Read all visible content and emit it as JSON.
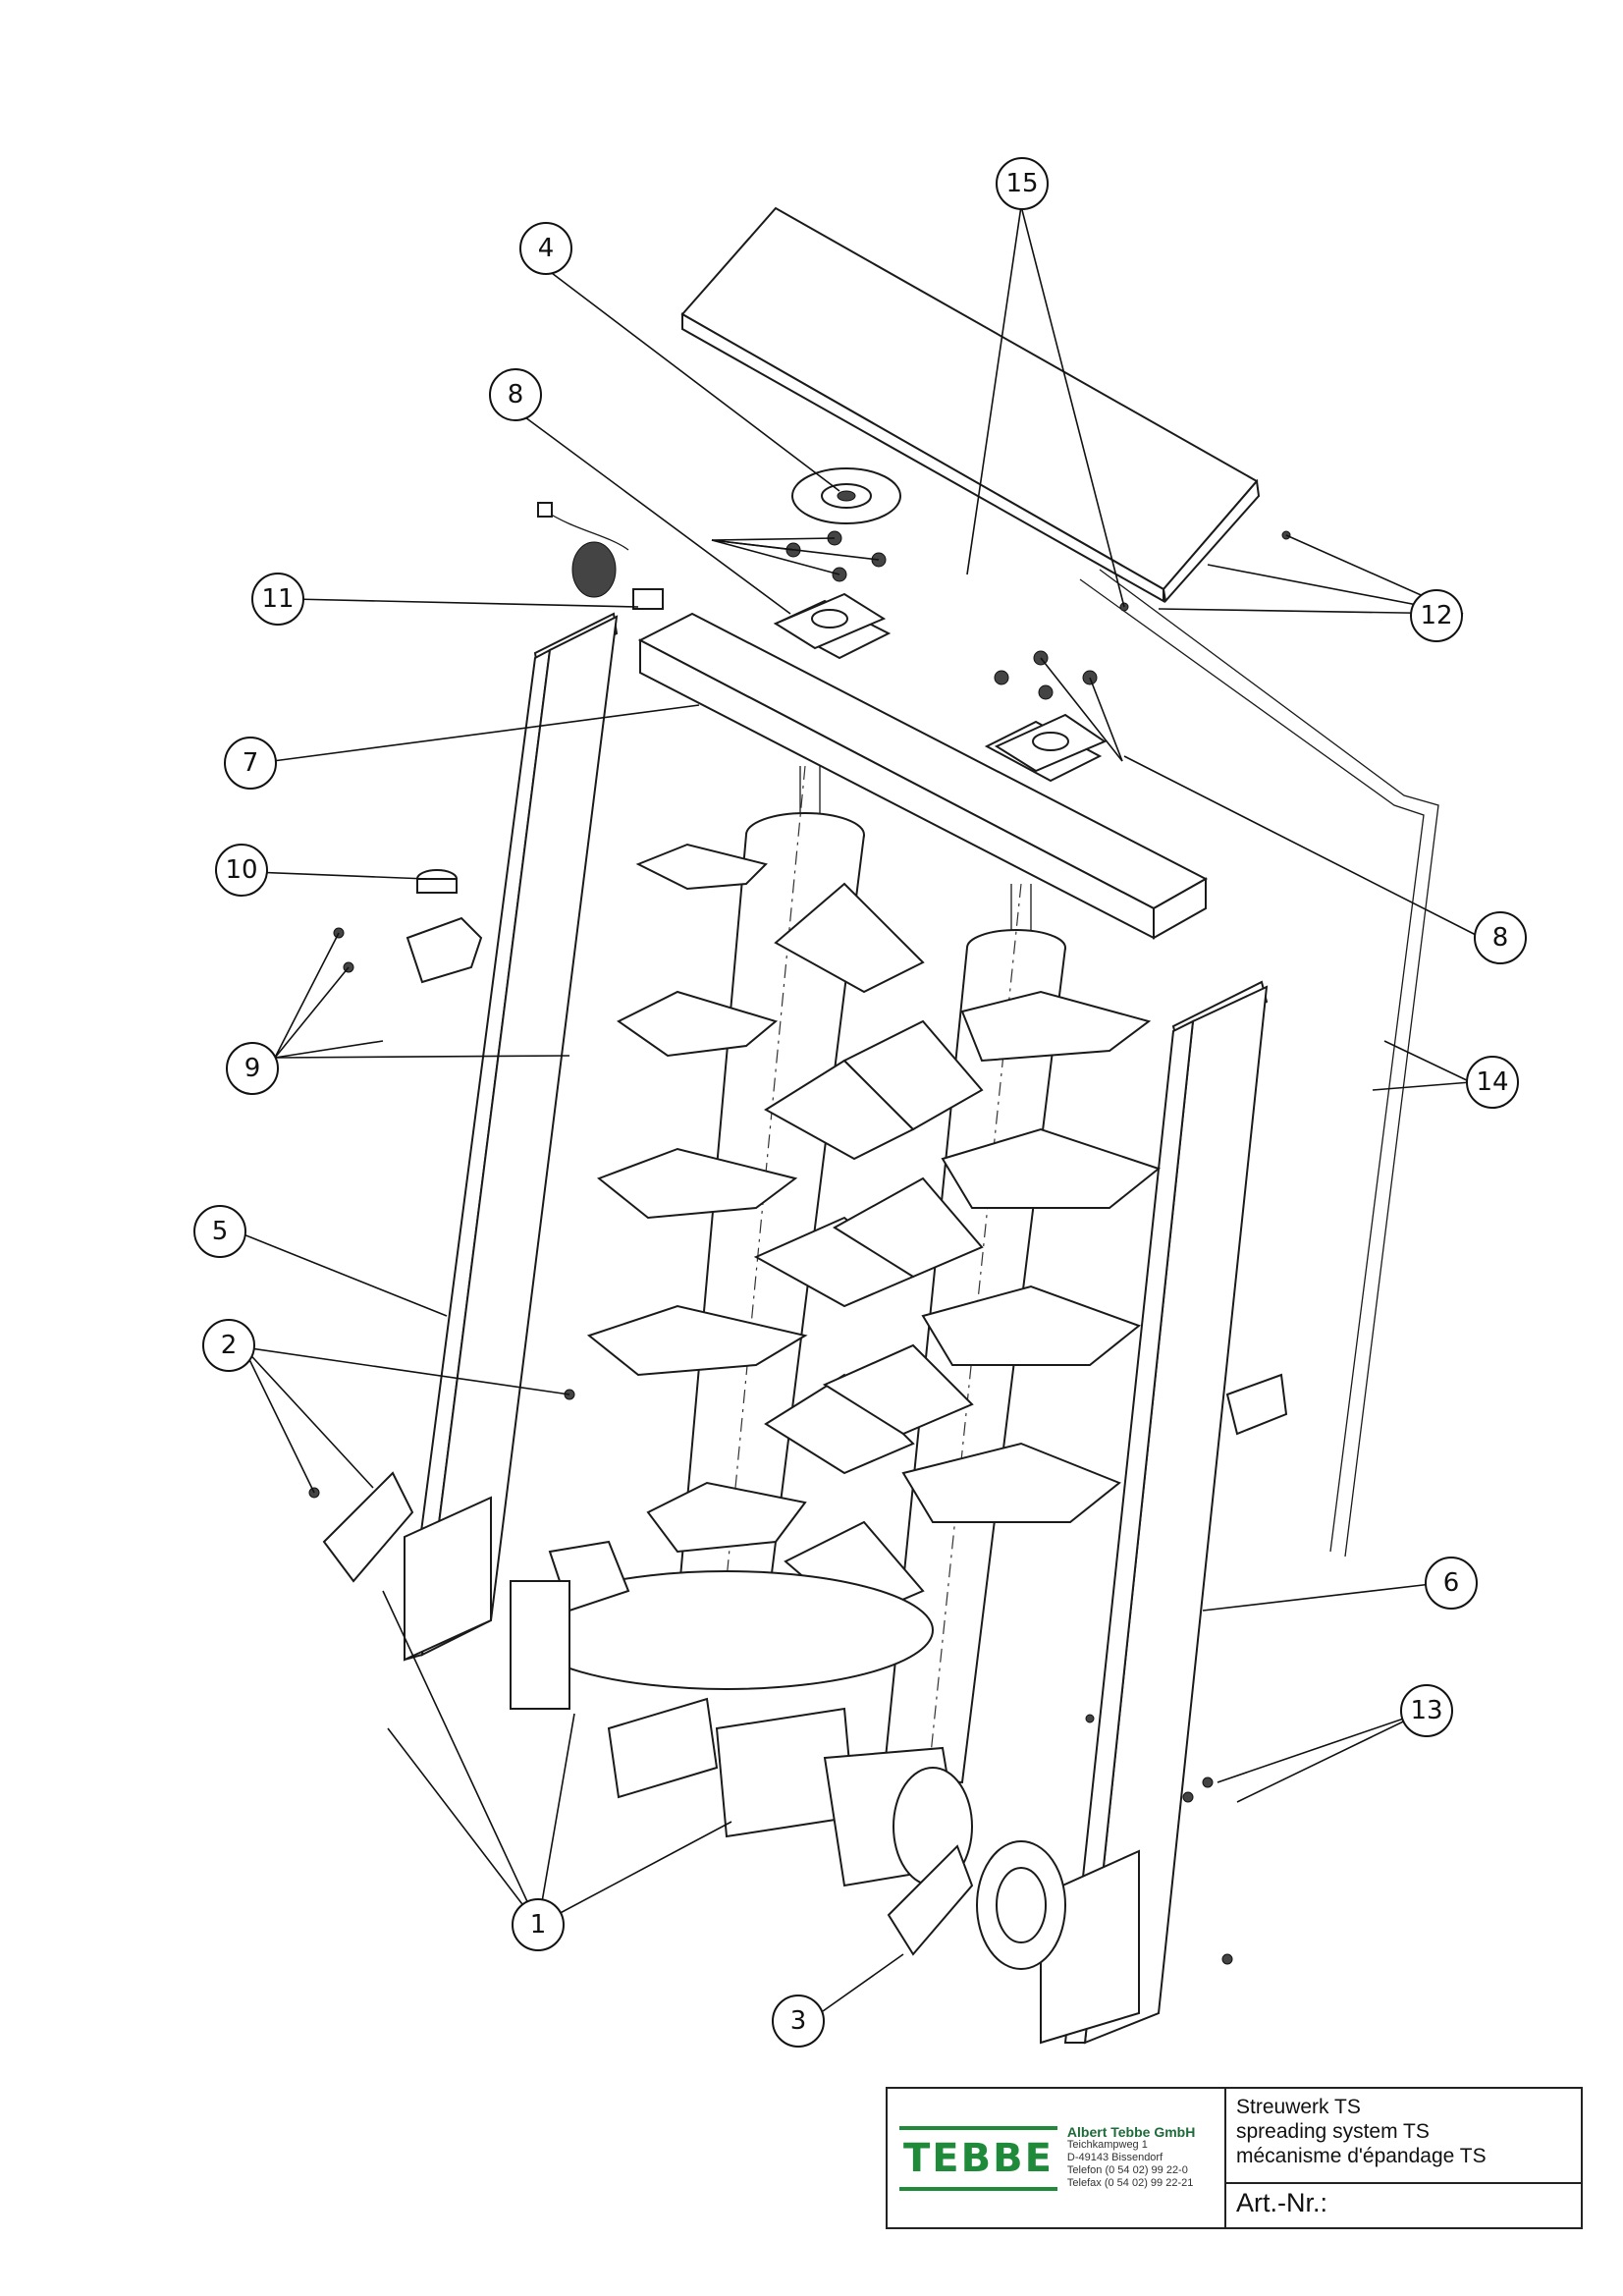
{
  "callouts": {
    "c1": "1",
    "c2": "2",
    "c3": "3",
    "c4": "4",
    "c5": "5",
    "c6": "6",
    "c7": "7",
    "c8a": "8",
    "c8b": "8",
    "c9": "9",
    "c10": "10",
    "c11": "11",
    "c12": "12",
    "c13": "13",
    "c14": "14",
    "c15": "15"
  },
  "title_block": {
    "logo": "TEBBE",
    "company_name": "Albert Tebbe GmbH",
    "company_lines": [
      "Teichkampweg 1",
      "D-49143 Bissendorf",
      "Telefon (0 54 02) 99 22-0",
      "Telefax (0 54 02) 99 22-21"
    ],
    "title_de": "Streuwerk TS",
    "title_en": "spreading system TS",
    "title_fr": "mécanisme d'épandage TS",
    "art_label": "Art.-Nr.:"
  },
  "colors": {
    "logo_green": "#1e8a3a"
  }
}
